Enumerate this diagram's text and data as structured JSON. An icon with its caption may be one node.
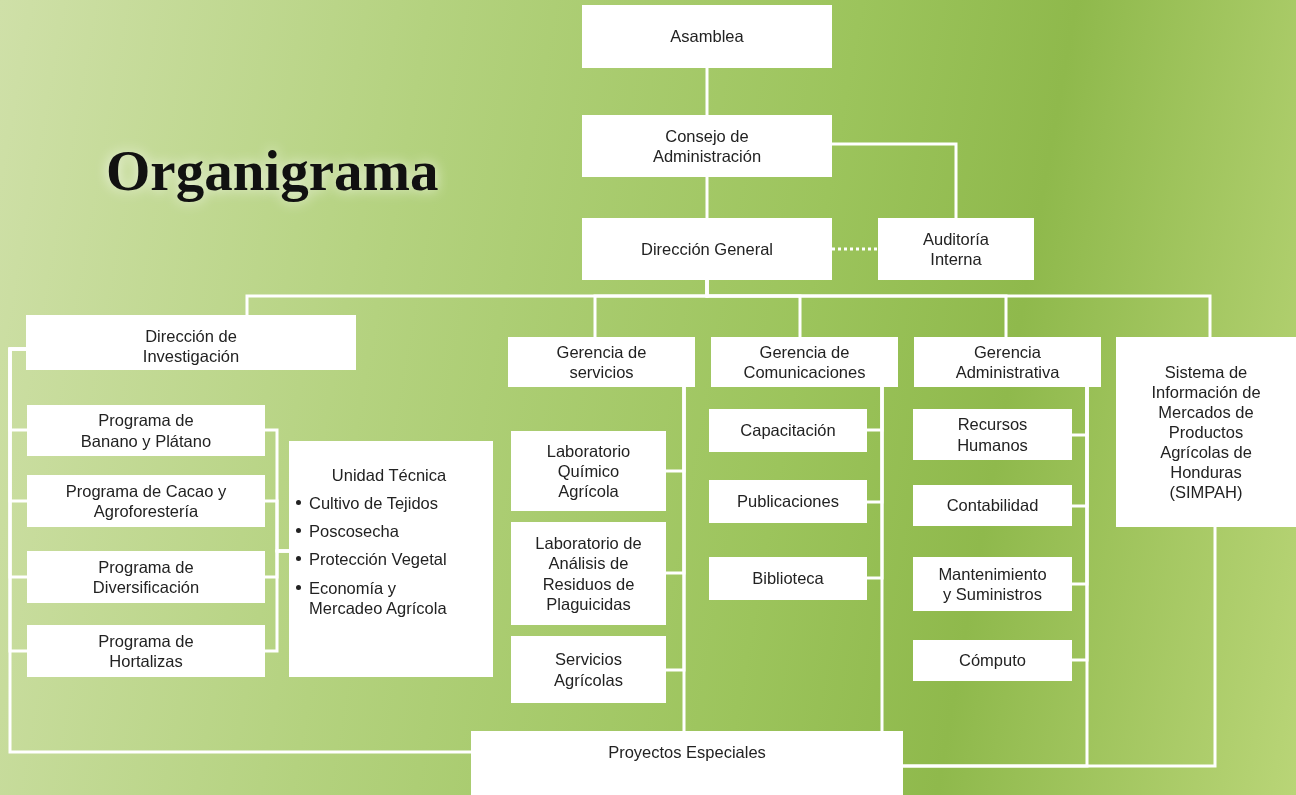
{
  "diagram": {
    "title": "Organigrama",
    "nodes": [
      {
        "text": [
          "Asamblea"
        ]
      },
      {
        "text": [
          "Consejo de Administración"
        ]
      },
      {
        "text": [
          "Dirección General"
        ]
      },
      {
        "text": [
          "Auditoría Interna"
        ]
      },
      {
        "text": [
          "Dirección de Investigación"
        ]
      },
      {
        "text": [
          "Gerencia de servicios"
        ]
      },
      {
        "text": [
          "Gerencia de Comunicaciones"
        ]
      },
      {
        "text": [
          "Gerencia Administrativa"
        ]
      },
      {
        "text": [
          "Sistema de Información de Mercados de Productos Agrícolas de Honduras (SIMPAH)"
        ]
      },
      {
        "text": [
          "Programa de Banano y Plátano"
        ]
      },
      {
        "text": [
          "Programa de Cacao y Agroforestería"
        ]
      },
      {
        "text": [
          "Programa de Diversificación"
        ]
      },
      {
        "text": [
          "Programa de Hortalizas"
        ]
      },
      {
        "text": [
          "Unidad Técnica",
          "Cultivo de Tejidos",
          "Poscosecha",
          "Protección Vegetal",
          "Economía y Mercadeo Agrícola"
        ]
      },
      {
        "text": [
          "Laboratorio Químico Agrícola"
        ]
      },
      {
        "text": [
          "Laboratorio de Análisis de Residuos de Plaguicidas"
        ]
      },
      {
        "text": [
          "Servicios Agrícolas"
        ]
      },
      {
        "text": [
          "Capacitación"
        ]
      },
      {
        "text": [
          "Publicaciones"
        ]
      },
      {
        "text": [
          "Biblioteca"
        ]
      },
      {
        "text": [
          "Recursos Humanos"
        ]
      },
      {
        "text": [
          "Contabilidad"
        ]
      },
      {
        "text": [
          "Mantenimiento y Suministros"
        ]
      },
      {
        "text": [
          "Cómputo"
        ]
      },
      {
        "text": [
          "Proyectos Especiales"
        ]
      }
    ],
    "edges": [
      {
        "from": 0,
        "to": 1,
        "arrow": "none"
      },
      {
        "from": 1,
        "to": 2,
        "arrow": "none"
      },
      {
        "from": 1,
        "to": 3,
        "arrow": "none"
      },
      {
        "from": 2,
        "to": 3,
        "arrow": "none",
        "style": "dashed"
      },
      {
        "from": 2,
        "to": 4,
        "arrow": "none"
      },
      {
        "from": 2,
        "to": 5,
        "arrow": "none"
      },
      {
        "from": 2,
        "to": 6,
        "arrow": "none"
      },
      {
        "from": 2,
        "to": 7,
        "arrow": "none"
      },
      {
        "from": 2,
        "to": 8,
        "arrow": "none"
      },
      {
        "from": 4,
        "to": 9,
        "arrow": "none"
      },
      {
        "from": 4,
        "to": 10,
        "arrow": "none"
      },
      {
        "from": 4,
        "to": 11,
        "arrow": "none"
      },
      {
        "from": 4,
        "to": 12,
        "arrow": "none"
      },
      {
        "from": 4,
        "to": 24,
        "arrow": "none"
      },
      {
        "from": 9,
        "to": 13,
        "arrow": "none"
      },
      {
        "from": 10,
        "to": 13,
        "arrow": "none"
      },
      {
        "from": 11,
        "to": 13,
        "arrow": "none"
      },
      {
        "from": 12,
        "to": 13,
        "arrow": "none"
      },
      {
        "from": 5,
        "to": 14,
        "arrow": "none"
      },
      {
        "from": 5,
        "to": 15,
        "arrow": "none"
      },
      {
        "from": 5,
        "to": 16,
        "arrow": "none"
      },
      {
        "from": 5,
        "to": 24,
        "arrow": "none"
      },
      {
        "from": 6,
        "to": 17,
        "arrow": "none"
      },
      {
        "from": 6,
        "to": 18,
        "arrow": "none"
      },
      {
        "from": 6,
        "to": 19,
        "arrow": "none"
      },
      {
        "from": 6,
        "to": 24,
        "arrow": "none"
      },
      {
        "from": 7,
        "to": 20,
        "arrow": "none"
      },
      {
        "from": 7,
        "to": 21,
        "arrow": "none"
      },
      {
        "from": 7,
        "to": 22,
        "arrow": "none"
      },
      {
        "from": 7,
        "to": 23,
        "arrow": "none"
      },
      {
        "from": 7,
        "to": 24,
        "arrow": "none"
      },
      {
        "from": 8,
        "to": 24,
        "arrow": "none"
      }
    ]
  }
}
